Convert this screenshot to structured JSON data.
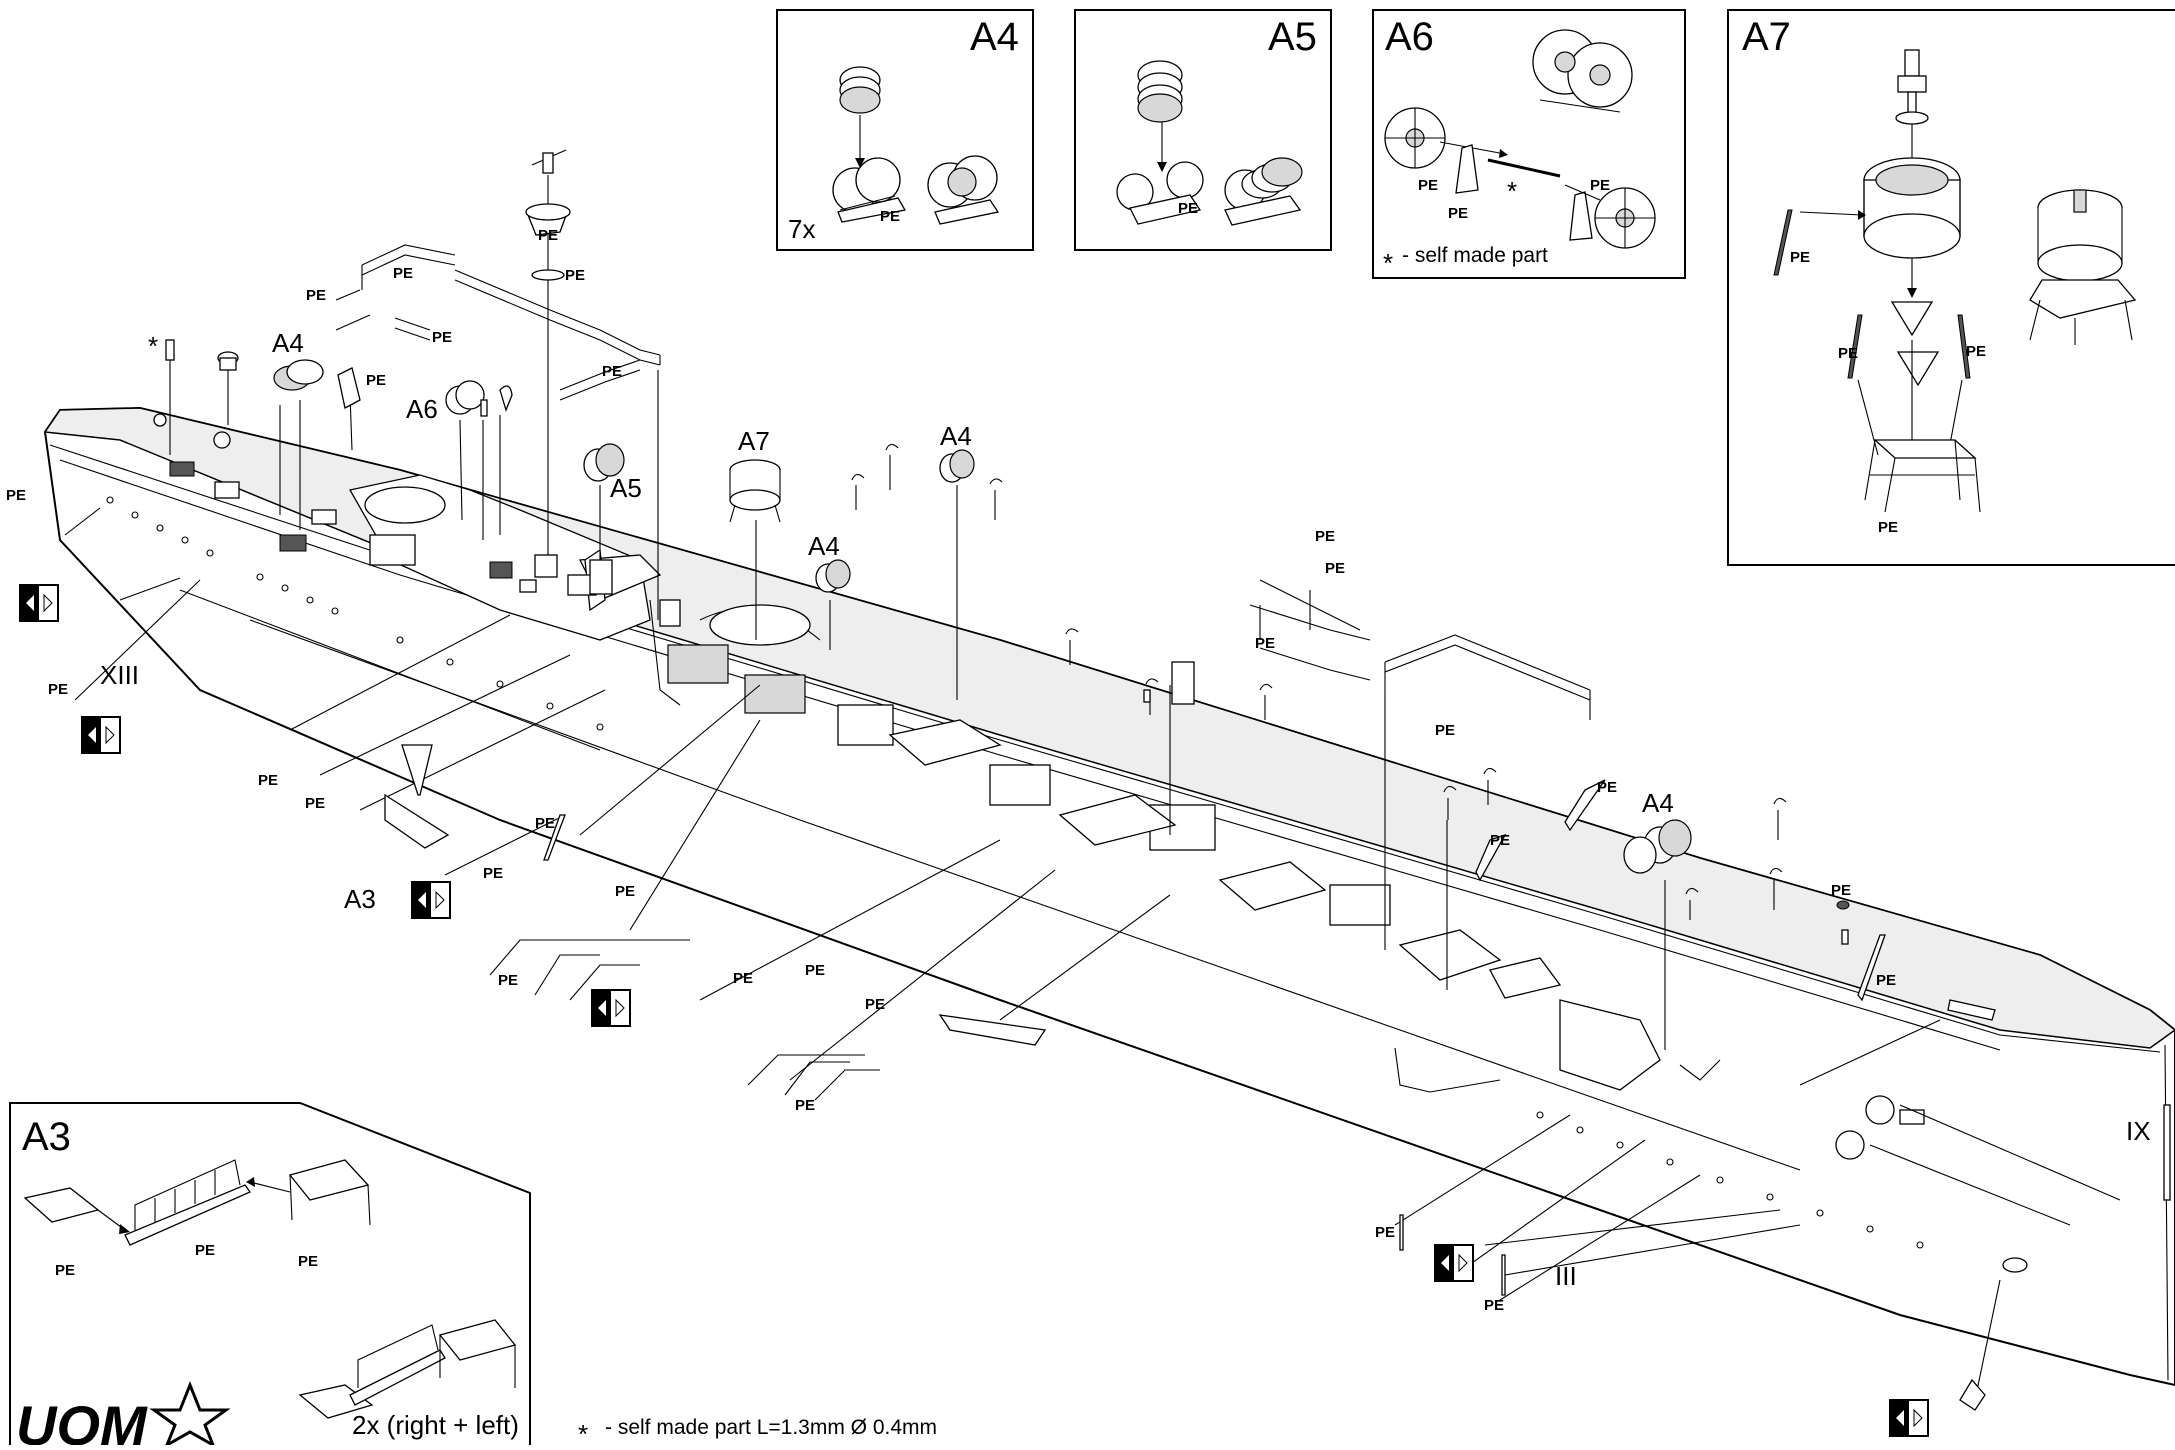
{
  "panels": {
    "a4": {
      "title": "A4",
      "qty": "7x",
      "pe": "PE"
    },
    "a5": {
      "title": "A5",
      "pe": "PE"
    },
    "a6": {
      "title": "A6",
      "pe": "PE",
      "star": "*",
      "note": "- self made part"
    },
    "a7": {
      "title": "A7",
      "pe": "PE"
    },
    "a3": {
      "title": "A3",
      "pe": "PE",
      "qty": "2x (right + left)"
    }
  },
  "callouts": {
    "pe": "PE",
    "star": "*",
    "a3": "A3",
    "a4": "A4",
    "a5": "A5",
    "a6": "A6",
    "a7": "A7",
    "xiii": "XIII",
    "iii": "III",
    "ix": "IX"
  },
  "footnote": {
    "star": "*",
    "text": "- self made part L=1.3mm  Ø 0.4mm"
  },
  "logo": {
    "text": "UOM"
  },
  "colors": {
    "ink": "#000000",
    "paper": "#ffffff",
    "deck": "#eeeeee"
  }
}
